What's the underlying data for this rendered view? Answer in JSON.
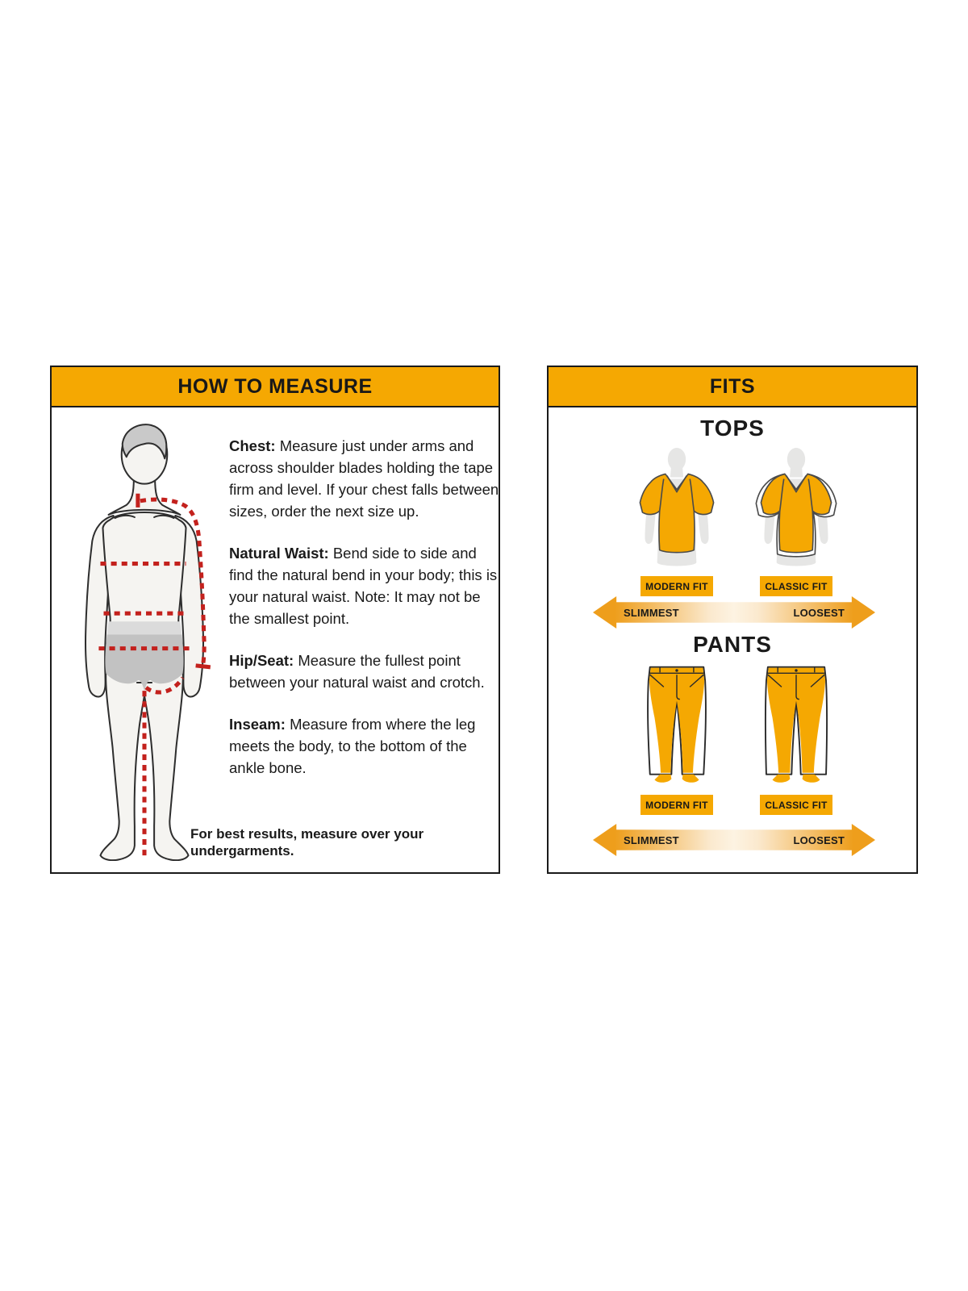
{
  "colors": {
    "yellow": "#F5A802",
    "arrow_orange": "#EE9E1C",
    "arrow_light": "#FDF3E2",
    "red": "#C3211D",
    "border": "#1A1A1A",
    "body_fill": "#F5F4F1",
    "body_outline": "#2E2E2E",
    "hair_gray": "#C9C9C9",
    "shorts_gray": "#C2C2C2",
    "band_gray": "#DBDBDB",
    "mannequin_gray": "#E6E6E5"
  },
  "measure_panel": {
    "title": "HOW TO MEASURE",
    "sections": [
      {
        "label": "Chest:",
        "text": "Measure just under arms and across shoulder blades holding the tape firm and level. If your chest falls between sizes, order the next size up."
      },
      {
        "label": "Natural Waist:",
        "text": "Bend side to side and find the natural bend in your body; this is your natural waist. Note: It may not be the smallest point."
      },
      {
        "label": "Hip/Seat:",
        "text": "Measure the fullest point between your natural waist and crotch."
      },
      {
        "label": "Inseam:",
        "text": "Measure from where the leg meets the body, to the bottom of the ankle bone."
      }
    ],
    "footnote": "For best results, measure over your undergarments."
  },
  "fits_panel": {
    "title": "FITS",
    "tops": {
      "heading": "TOPS",
      "fits": [
        {
          "label": "MODERN FIT"
        },
        {
          "label": "CLASSIC FIT"
        }
      ],
      "scale": {
        "left": "SLIMMEST",
        "right": "LOOSEST"
      }
    },
    "pants": {
      "heading": "PANTS",
      "fits": [
        {
          "label": "MODERN FIT"
        },
        {
          "label": "CLASSIC FIT"
        }
      ],
      "scale": {
        "left": "SLIMMEST",
        "right": "LOOSEST"
      }
    }
  }
}
